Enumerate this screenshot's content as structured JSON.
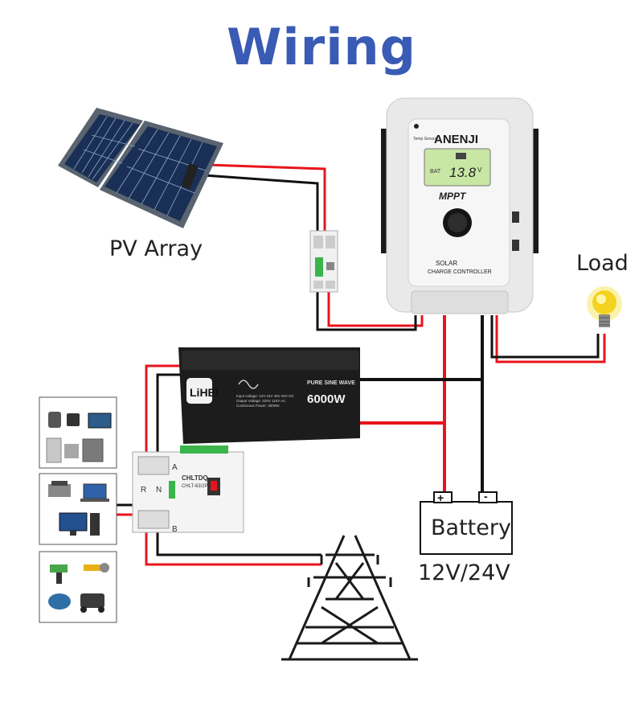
{
  "title": "Wiring",
  "labels": {
    "pv_array": "PV Array",
    "load": "Load",
    "battery": "Battery",
    "battery_voltage": "12V/24V",
    "battery_plus": "+",
    "battery_minus": "-"
  },
  "controller": {
    "brand": "ANENJI",
    "temp_sensor": "Temp Sensor",
    "display_value": "13.8",
    "display_unit": "V",
    "display_bat": "BAT",
    "type": "MPPT",
    "line1": "SOLAR",
    "line2": "CHARGE CONTROLLER"
  },
  "inverter": {
    "brand": "LiHEi",
    "wave": "PURE SINE WAVE",
    "power": "6000W",
    "spec1": "Input voltage: 12V 24V 48V 60V DC",
    "spec2": "Output Voltage: 220V 110V AC",
    "spec3": "Continuous Power: 3000W"
  },
  "ats": {
    "brand": "CHLTDQ",
    "model": "CHLT-63/2P",
    "port_a": "A",
    "port_b": "B",
    "r": "R",
    "n": "N"
  },
  "colors": {
    "title": "#3a5bb4",
    "wire_red": "#e8141c",
    "wire_black": "#111111"
  }
}
